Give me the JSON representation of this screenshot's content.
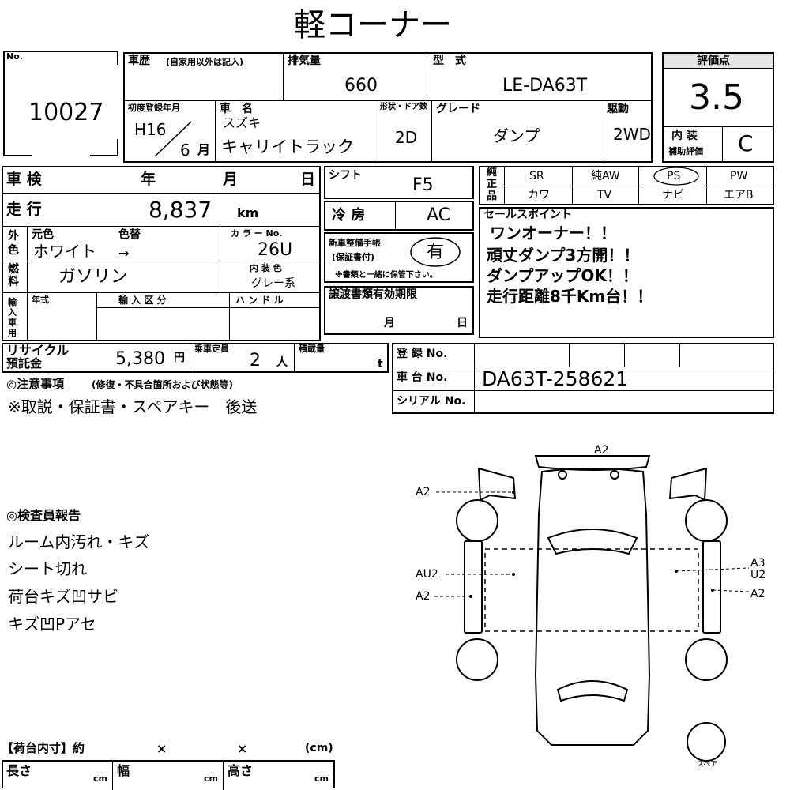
{
  "title": "軽コーナー",
  "lot": {
    "label": "No.",
    "value": "10027"
  },
  "history": {
    "label": "車歴",
    "note": "(自家用以外は記入)"
  },
  "displacement": {
    "label": "排気量",
    "value": "660"
  },
  "model": {
    "label": "型　式",
    "value": "LE-DA63T"
  },
  "rating": {
    "label": "評価点",
    "value": "3.5",
    "interior_label_1": "内 装",
    "interior_label_2": "補助評価",
    "interior_value": "C"
  },
  "first_reg": {
    "label": "初度登録年月",
    "era_year": "H16",
    "month": "6",
    "month_unit": "月"
  },
  "car_name": {
    "label": "車　名",
    "maker": "スズキ",
    "name": "キャリイトラック"
  },
  "body": {
    "label": "形状・ドア数",
    "value": "2D"
  },
  "grade": {
    "label": "グレード",
    "value": "ダンプ"
  },
  "drive": {
    "label": "駆動",
    "value": "2WD"
  },
  "inspection": {
    "label": "車 検",
    "year": "年",
    "month": "月",
    "day": "日"
  },
  "mileage": {
    "label": "走 行",
    "value": "8,837",
    "unit": "km"
  },
  "exterior": {
    "label_1": "外",
    "label_2": "色",
    "original_label": "元色",
    "change_label": "色替",
    "value": "ホワイト",
    "arrow": "→",
    "color_no_label": "カ ラ ー No.",
    "color_no": "26U"
  },
  "fuel": {
    "label_1": "燃",
    "label_2": "料",
    "value": "ガソリン",
    "interior_color_label": "内 装 色",
    "interior_color": "グレー系"
  },
  "import": {
    "label": "輸入車用",
    "year_label": "年式",
    "class_label": "輸 入 区 分",
    "handle_label": "ハ ン ド ル"
  },
  "shift": {
    "label": "シフト",
    "value": "F5"
  },
  "ac": {
    "label": "冷 房",
    "value": "AC"
  },
  "manual": {
    "label_1": "新車整備手帳",
    "label_2": "(保証書付)",
    "value": "有",
    "note": "※書類と一緒に保管下さい。"
  },
  "transfer": {
    "label": "譲渡書類有効期限",
    "month": "月",
    "day": "日"
  },
  "genuine": {
    "label_1": "純",
    "label_2": "正",
    "label_3": "品",
    "row1": [
      "SR",
      "純AW",
      "PS",
      "PW"
    ],
    "row2": [
      "カワ",
      "TV",
      "ナビ",
      "エアB"
    ]
  },
  "sales_points": {
    "label": "セールスポイント",
    "lines": [
      "ワンオーナー！！",
      "頑丈ダンプ3方開！！",
      "ダンプアップOK！！",
      "走行距離8千Km台！！"
    ]
  },
  "recycle": {
    "label_1": "リサイクル",
    "label_2": "預託金",
    "value": "5,380",
    "unit": "円"
  },
  "capacity": {
    "label": "乗車定員",
    "value": "2",
    "unit": "人"
  },
  "load": {
    "label": "積載量",
    "unit": "t"
  },
  "registration": {
    "label": "登 録 No."
  },
  "chassis": {
    "label": "車 台 No.",
    "value": "DA63T-258621"
  },
  "serial": {
    "label": "シリアル No."
  },
  "notes": {
    "label": "◎注意事項",
    "label_sub": "(修復・不具合箇所および状態等)",
    "value": "※取説・保証書・スペアキー　後送"
  },
  "inspector": {
    "label": "◎検査員報告",
    "lines": [
      "ルーム内汚れ・キズ",
      "シート切れ",
      "荷台キズ凹サビ",
      "キズ凹Pアセ"
    ]
  },
  "diagram": {
    "top": "A2",
    "left_front": "A2",
    "left_mid": "AU2",
    "left_rear": "A2",
    "right_mid_1": "A3",
    "right_mid_2": "U2",
    "right_rear": "A2",
    "spare": "スペア"
  },
  "cargo": {
    "label": "【荷台内寸】約",
    "x1": "×",
    "x2": "×",
    "unit": "(cm)",
    "length": "長さ",
    "width": "幅",
    "height": "高さ",
    "cm": "cm"
  }
}
